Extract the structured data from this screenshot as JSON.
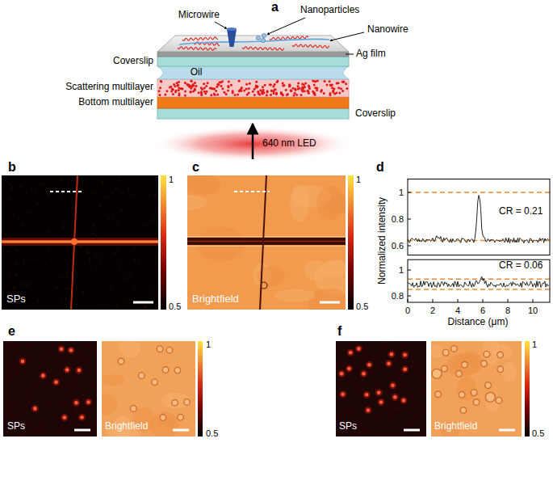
{
  "diagram": {
    "labels": [
      "a",
      "Microwire",
      "Nanoparticles",
      "Nanowire",
      "Ag film",
      "Coverslip",
      "Oil",
      "Scattering multilayer",
      "Bottom multilayer",
      "Coverslip",
      "640 nm LED",
      "b",
      "SPs",
      "1",
      "0.5",
      "c",
      "Brightfield",
      "1",
      "0.5",
      "d",
      "Normalized intensity",
      "1",
      "0.8",
      "0.6",
      "CR = 0.21",
      "1",
      "0.8",
      "CR = 0.06",
      "0",
      "2",
      "4",
      "6",
      "8",
      "10",
      "Distance (μm)",
      "e",
      "SPs",
      "Brightfield",
      "1",
      "0.5",
      "f",
      "SPs",
      "Brightfield",
      "1",
      "0.5"
    ]
  }
}
